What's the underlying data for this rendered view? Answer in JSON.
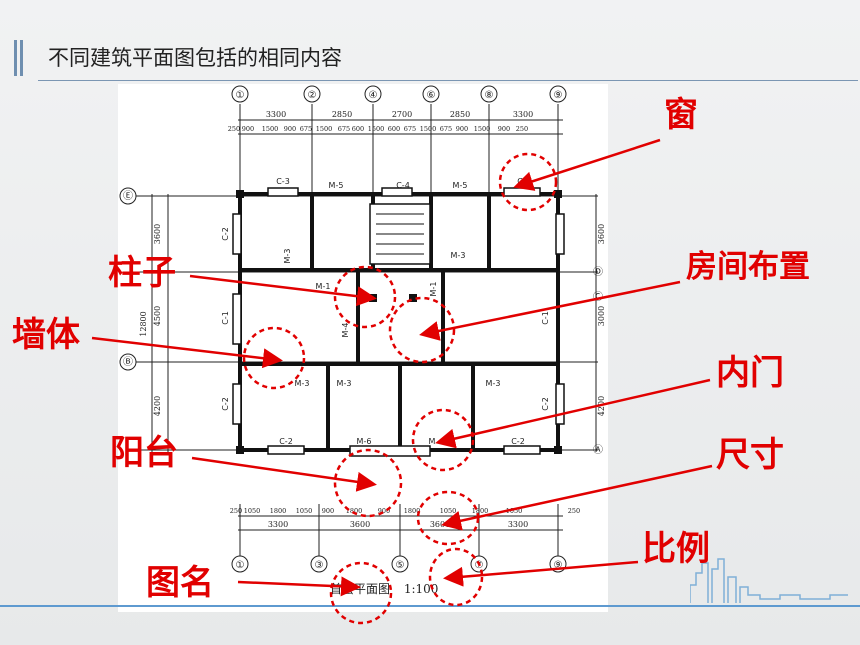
{
  "slide": {
    "title": "不同建筑平面图包括的相同内容"
  },
  "plan": {
    "grid_top": [
      "①",
      "②",
      "④",
      "⑥",
      "⑧",
      "⑨"
    ],
    "grid_bottom": [
      "①",
      "③",
      "⑤",
      "⑦",
      "⑨"
    ],
    "grid_side": [
      "Ⓔ",
      "Ⓓ",
      "Ⓒ",
      "Ⓑ",
      "Ⓐ"
    ],
    "dims_top": [
      "3300",
      "2850",
      "2700",
      "2850",
      "3300"
    ],
    "dims_top_detail": [
      "250",
      "900",
      "1500",
      "900",
      "675",
      "1500",
      "675",
      "600",
      "1500",
      "600",
      "675",
      "1500",
      "675",
      "900",
      "1500",
      "900",
      "250"
    ],
    "dims_bottom": [
      "3300",
      "3600",
      "3600",
      "3300"
    ],
    "dims_bottom_detail": [
      "250",
      "1050",
      "1800",
      "1050",
      "900",
      "1800",
      "900",
      "1800",
      "1050",
      "1800",
      "1050",
      "250"
    ],
    "dims_left": [
      "3600",
      "4500",
      "4200",
      "12800"
    ],
    "dims_right": [
      "3600",
      "3000",
      "4200"
    ],
    "room_labels": [
      "C-3",
      "M-5",
      "C-4",
      "M-5",
      "C-2",
      "C-2",
      "M-3",
      "M-3",
      "M-1",
      "M-1",
      "C-1",
      "C-1",
      "M-4",
      "M-3",
      "M-3",
      "M-3",
      "C-2",
      "C-2",
      "C-2",
      "M-6",
      "M",
      "C-2"
    ],
    "caption_name": "首层平面图",
    "caption_scale": "1:100"
  },
  "annotations": [
    {
      "key": "window",
      "text": "窗"
    },
    {
      "key": "column",
      "text": "柱子"
    },
    {
      "key": "room_layout",
      "text": "房间布置"
    },
    {
      "key": "wall",
      "text": "墙体"
    },
    {
      "key": "inner_door",
      "text": "内门"
    },
    {
      "key": "balcony",
      "text": "阳台"
    },
    {
      "key": "dimension",
      "text": "尺寸"
    },
    {
      "key": "drawing_name",
      "text": "图名"
    },
    {
      "key": "scale",
      "text": "比例"
    }
  ],
  "colors": {
    "annotation_red": "#e10000",
    "title_accent": "#6f8fb0",
    "bottom_rule": "#5e9ad0"
  }
}
